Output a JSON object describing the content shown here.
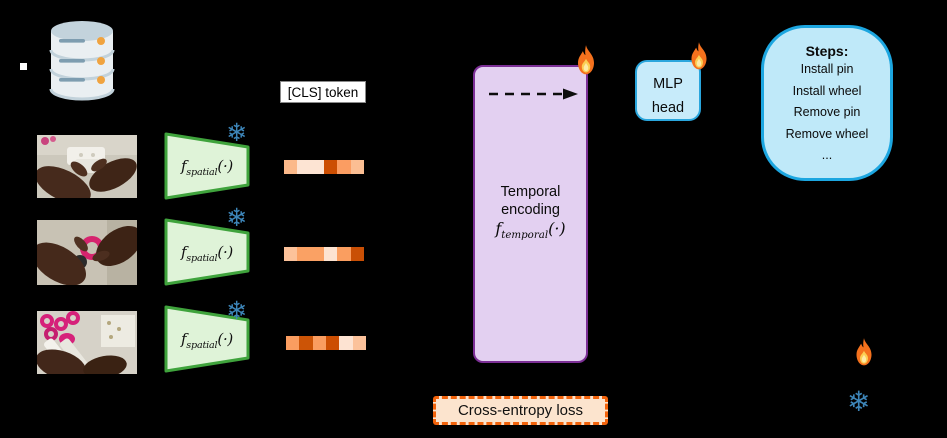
{
  "labels": {
    "cls": "[CLS] token"
  },
  "spatial_encoder": {
    "f": "f",
    "sub": "spatial",
    "args": "(·)"
  },
  "temporal_block": {
    "line1": "Temporal",
    "line2": "encoding",
    "f": "f",
    "sub": "temporal",
    "args": "(·)"
  },
  "mlp_head": {
    "line1": "MLP",
    "line2": "head"
  },
  "steps_box": {
    "title": "Steps:",
    "items": [
      "Install pin",
      "Install wheel",
      "Remove pin",
      "Remove wheel",
      "..."
    ]
  },
  "loss_box": {
    "label": "Cross-entropy loss"
  },
  "icons": {
    "snowflake": "❄",
    "fire": "flame"
  },
  "token_strips": [
    [
      "#FBB98A",
      "#FDE4D3",
      "#FDE4D3",
      "#CC4E02",
      "#FB9D62",
      "#FBBE93"
    ],
    [
      "#FCC29A",
      "#FAA164",
      "#FAA164",
      "#FDE3D1",
      "#FA9E60",
      "#C94F05"
    ],
    [
      "#FA9D60",
      "#CC5406",
      "#FA9D60",
      "#CC4E02",
      "#FDE3D2",
      "#FBC29B"
    ]
  ],
  "colors": {
    "background": "#000000",
    "snowflake": "#3D85B8",
    "encoder_fill": "#DFF3D8",
    "encoder_border": "#3FA33C",
    "temporal_fill": "#E3D0F1",
    "temporal_border": "#7C2F96",
    "mlp_fill": "#C7EBFA",
    "mlp_border": "#2AA6DD",
    "steps_fill": "#BFE9F9",
    "steps_border": "#1CA6E0",
    "loss_fill": "#FCE4CE",
    "loss_border": "#F3630B",
    "flame_body": "#F4711D",
    "flame_inner": "#FBCE54"
  }
}
